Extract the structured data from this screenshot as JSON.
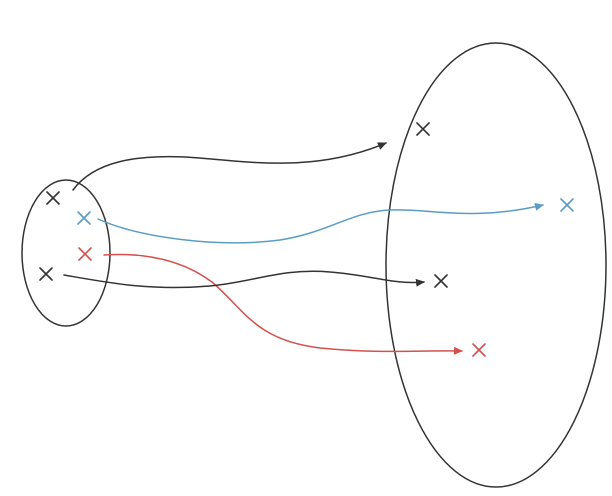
{
  "diagram": {
    "colors": {
      "outline": "#333333",
      "black": "#333333",
      "blue": "#5b9cc4",
      "red": "#d4504e"
    },
    "points": {
      "source": [
        {
          "id": "s1",
          "color": "black"
        },
        {
          "id": "s2",
          "color": "blue"
        },
        {
          "id": "s3",
          "color": "red"
        },
        {
          "id": "s4",
          "color": "black"
        }
      ],
      "target": [
        {
          "id": "t1",
          "color": "black"
        },
        {
          "id": "t2",
          "color": "blue"
        },
        {
          "id": "t3",
          "color": "black"
        },
        {
          "id": "t4",
          "color": "red"
        }
      ]
    },
    "mappings": [
      {
        "from": "s1",
        "to": "t1",
        "color": "black"
      },
      {
        "from": "s2",
        "to": "t2",
        "color": "blue"
      },
      {
        "from": "s3",
        "to": "t4",
        "color": "red"
      },
      {
        "from": "s4",
        "to": "t3",
        "color": "black"
      }
    ]
  }
}
